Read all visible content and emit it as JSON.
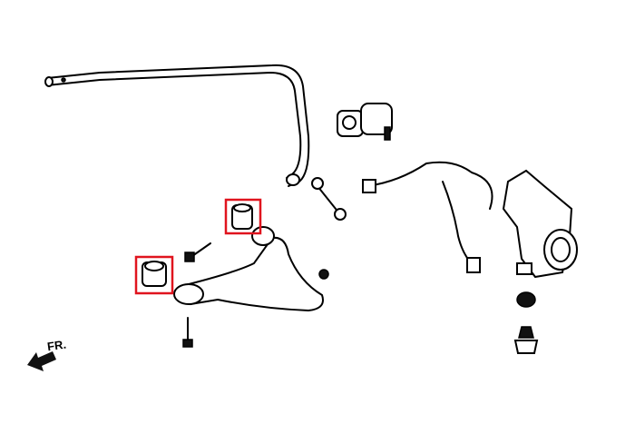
{
  "diagram": {
    "direction_label": "FR.",
    "highlight_color": "#e0141e",
    "highlighted_parts": [
      "upper-bushing",
      "rear-bushing"
    ]
  }
}
